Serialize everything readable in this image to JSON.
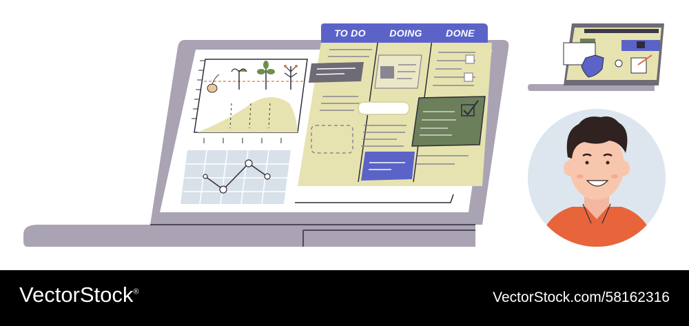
{
  "board": {
    "columns": [
      {
        "label": "TO DO"
      },
      {
        "label": "DOING"
      },
      {
        "label": "DONE"
      }
    ]
  },
  "colors": {
    "accent_blue": "#5b63c9",
    "panel_yellow": "#e6e3b0",
    "card_green": "#6b7f5a",
    "laptop_gray": "#a9a3b3",
    "shirt_orange": "#e8643a",
    "avatar_bg": "#dde6ee"
  },
  "footer": {
    "brand": "VectorStock",
    "registered": "®",
    "image_id": "VectorStock.com/58162316"
  }
}
